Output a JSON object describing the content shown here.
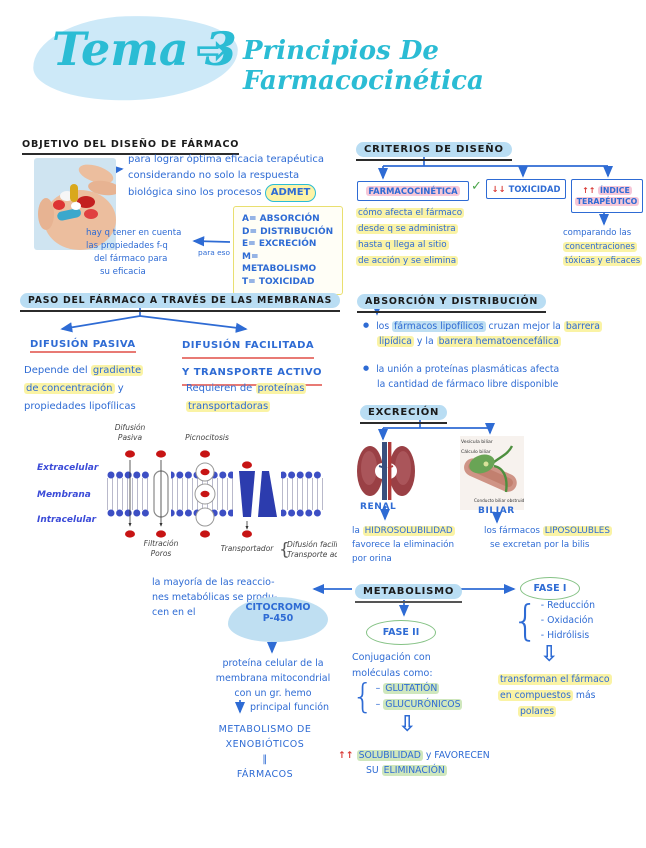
{
  "title": {
    "part1": "Tema 3",
    "arrow": "⇨",
    "part2": "Principios De Farmacocinética"
  },
  "misc": {
    "bullet": "●",
    "brace": "{",
    "hollow_down": "⇩",
    "dash": "–",
    "hyphen": "-"
  },
  "objetivo": {
    "header": "OBJETIVO DEL DISEÑO DE FÁRMACO",
    "p1": "para lograr óptima eficacia terapéutica",
    "p2": "considerando no solo la respuesta",
    "p3": "biológica sino los procesos",
    "admet": "ADMET",
    "box": [
      "A= ABSORCIÓN",
      "D= DISTRIBUCIÓN",
      "E= EXCRECIÓN",
      "M= METABOLISMO",
      "T= TOXICIDAD"
    ],
    "note": [
      "hay q tener en cuenta",
      "las propiedades f-q",
      "del fármaco para",
      "su eficacia"
    ],
    "arrow_label": "para eso"
  },
  "criterios": {
    "header": "CRITERIOS DE DISEÑO",
    "farmacocinetica": {
      "label": "FARMACOCINÉTICA",
      "check": "✓",
      "desc": [
        "cómo afecta el fármaco",
        "desde q se administra",
        "hasta q llega al sitio",
        "de acción y se elimina"
      ]
    },
    "toxicidad": {
      "arrows": "↓↓",
      "label": "TOXICIDAD"
    },
    "indice": {
      "arrows": "↑↑",
      "label1": "ÍNDICE",
      "label2": "TERAPÉUTICO",
      "desc1": "comparando las",
      "desc2": "concentraciones",
      "desc3": "tóxicas y eficaces"
    }
  },
  "membranas": {
    "header": "PASO DEL FÁRMACO A TRAVÉS DE LAS MEMBRANAS",
    "pasiva": {
      "title": "DIFUSIÓN PASIVA",
      "l1a": "Depende del ",
      "l1b": "gradiente",
      "l2a": "de concentración",
      "l2b": " y",
      "l3": "propiedades lipofílicas"
    },
    "facilitada": {
      "title1": "DIFUSIÓN FACILITADA",
      "title2": "Y TRANSPORTE ACTIVO",
      "l1a": "Requieren de ",
      "l1b": "proteínas",
      "l2": "transportadoras"
    },
    "diagram": {
      "extracelular": "Extracelular",
      "membrana": "Membrana",
      "intracelular": "Intracelular",
      "difusion1": "Difusión",
      "difusion2": "Pasiva",
      "picnocitosis": "Picnocitosis",
      "filtracion": "Filtración",
      "poros": "Poros",
      "transportador": "Transportador",
      "facilitada": "Difusión facilitada",
      "activo": "Transporte activo"
    }
  },
  "absorcion": {
    "header": "ABSORCIÓN Y DISTRIBUCIÓN",
    "b1": {
      "s1": "los ",
      "s2": "fármacos lipofílicos",
      "s3": " cruzan mejor la ",
      "s4": "barrera"
    },
    "b1b": {
      "s1": "lipídica",
      "s2": " y la ",
      "s3": "barrera hematoencefálica"
    },
    "b2l1": "la unión a proteínas plasmáticas afecta",
    "b2l2": "la cantidad de fármaco libre disponible"
  },
  "excrecion": {
    "header": "EXCRECIÓN",
    "renal": {
      "label": "RENAL",
      "l1a": "la ",
      "l1b": "HIDROSOLUBILIDAD",
      "l2": "favorece la eliminación",
      "l3": "por orina"
    },
    "biliar": {
      "label": "BILIAR",
      "l1a": "los fármacos ",
      "l1b": "LIPOSOLUBLES",
      "l2": "se excretan por la bilis",
      "img1": "Vesícula biliar",
      "img2": "Cálculo biliar",
      "img3": "Conducto biliar obstruido"
    }
  },
  "metabolismo": {
    "header": "METABOLISMO",
    "intro": [
      "la mayoría de las reaccio-",
      "nes metabólicas se produ-",
      "cen en el"
    ],
    "citocromo1": "CITOCROMO",
    "citocromo2": "P-450",
    "protein": [
      "proteína celular de la",
      "membrana mitocondrial",
      "con un gr. hemo"
    ],
    "funcion": "principal función",
    "result": [
      "METABOLISMO DE",
      "XENOBIÓTICOS",
      "‖",
      "FÁRMACOS"
    ],
    "fase2": {
      "label": "FASE II",
      "d1": "Conjugación con",
      "d2": "moléculas como:",
      "i1": "GLUTATIÓN",
      "i2": "GLUCURÓNICOS",
      "res_arrows": "↑↑",
      "res1a": "SOLUBILIDAD",
      "res1b": " y FAVORECEN",
      "res2a": "SU ",
      "res2b": "ELIMINACIÓN"
    },
    "fase1": {
      "label": "FASE I",
      "i1": "Reducción",
      "i2": "Oxidación",
      "i3": "Hidrólisis",
      "r1": "transforman el fármaco",
      "r2a": "en compuestos",
      "r2b": " más",
      "r3": "polares"
    }
  },
  "colors": {
    "accent_teal": "#2bbcd4",
    "ink_blue": "#2e6bd4",
    "highlight_yellow": "#faf3a5",
    "highlight_blue": "#b9ddf3",
    "highlight_green": "#cfe7bd",
    "highlight_pink": "#f6c7d8",
    "red": "#d93a36"
  }
}
